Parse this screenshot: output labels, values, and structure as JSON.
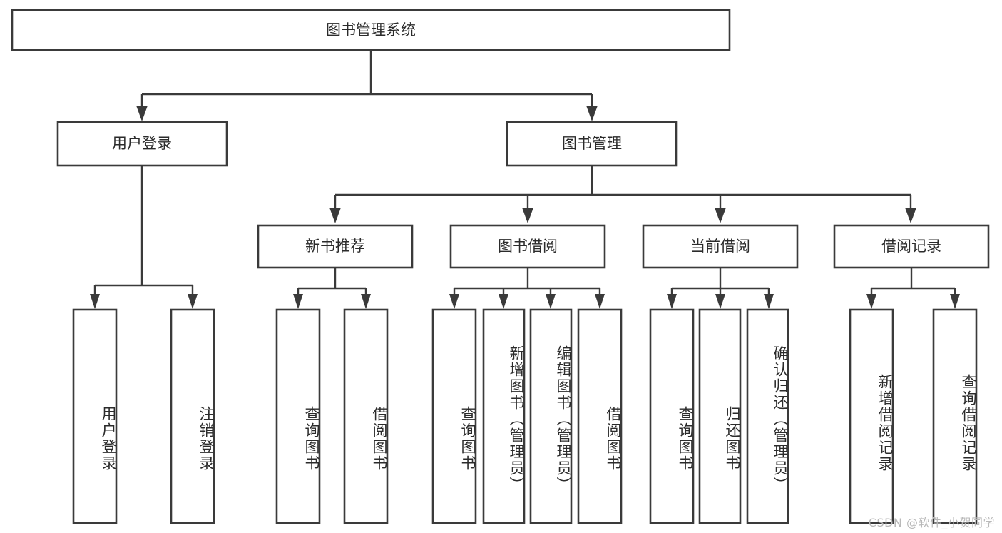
{
  "diagram": {
    "title": "图书管理系统",
    "type": "tree-hierarchy",
    "root": {
      "label": "图书管理系统"
    },
    "level2": [
      {
        "label": "用户登录"
      },
      {
        "label": "图书管理"
      }
    ],
    "level3": [
      {
        "label": "新书推荐"
      },
      {
        "label": "图书借阅"
      },
      {
        "label": "当前借阅"
      },
      {
        "label": "借阅记录"
      }
    ],
    "leaves": {
      "user_login": [
        {
          "label": "用户登录"
        },
        {
          "label": "注销登录"
        }
      ],
      "new_book_recommend": [
        {
          "label": "查询图书"
        },
        {
          "label": "借阅图书"
        }
      ],
      "book_borrow": [
        {
          "label": "查询图书"
        },
        {
          "label": "新增图书（管理员）"
        },
        {
          "label": "编辑图书（管理员）"
        },
        {
          "label": "借阅图书"
        }
      ],
      "current_borrow": [
        {
          "label": "查询图书"
        },
        {
          "label": "归还图书"
        },
        {
          "label": "确认归还（管理员）"
        }
      ],
      "borrow_record": [
        {
          "label": "新增借阅记录"
        },
        {
          "label": "查询借阅记录"
        }
      ]
    }
  },
  "watermark": {
    "text": "CSDN @软件_小贺同学"
  },
  "colors": {
    "stroke": "#3a3a3a",
    "fill": "#ffffff",
    "text": "#2b2b2b",
    "watermark": "#b9b9b9"
  }
}
